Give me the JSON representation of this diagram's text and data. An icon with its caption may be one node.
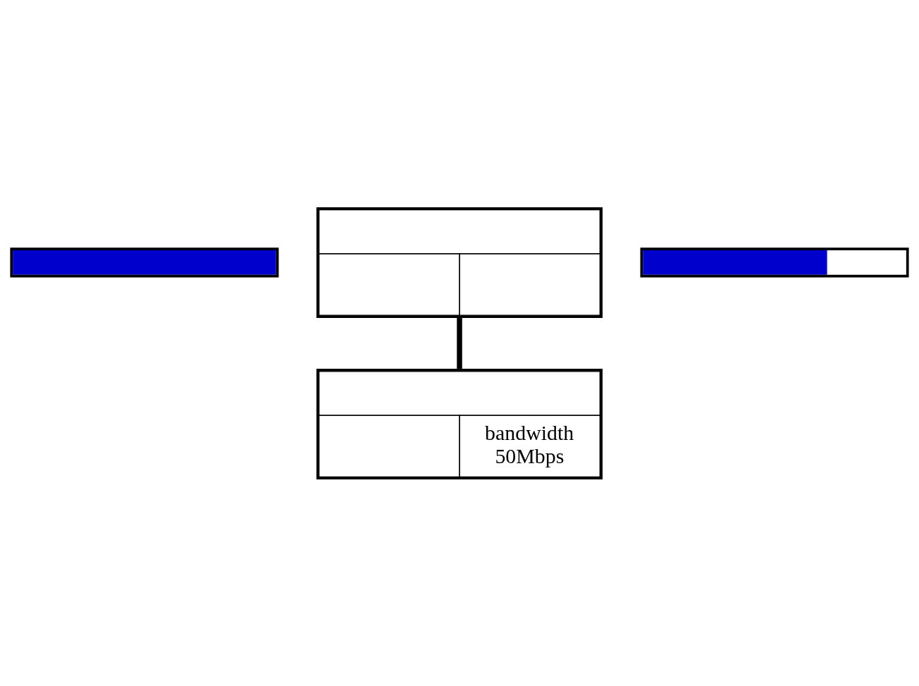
{
  "diagram": {
    "nodes": [
      {
        "text": [],
        "shape": "bar"
      },
      {
        "text": [],
        "shape": "box"
      },
      {
        "text": [],
        "shape": "bar"
      },
      {
        "text": [
          "bandwidth 50Mbps"
        ]
      }
    ],
    "edges": [
      {
        "from": 1,
        "to": 3,
        "arrow": "none"
      }
    ]
  }
}
